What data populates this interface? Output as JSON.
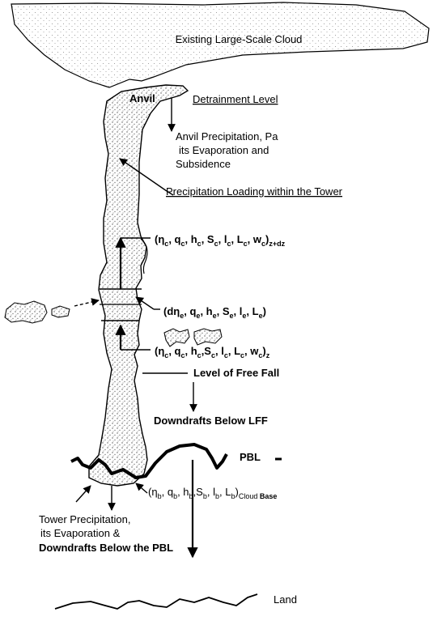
{
  "labels": {
    "cloud": "Existing Large-Scale Cloud",
    "anvil": "Anvil",
    "detrainment": "Detrainment Level",
    "anvil_precip_1": "Anvil Precipitation, Pa",
    "anvil_precip_2": "its Evaporation and",
    "anvil_precip_3": "Subsidence",
    "loading": "Precipitation Loading within the Tower",
    "free_fall": "Level of Free Fall",
    "downdrafts_lff": "Downdrafts Below LFF",
    "pbl": "PBL",
    "tower_precip_1": "Tower Precipitation,",
    "tower_precip_2": "its Evaporation &",
    "downdrafts_pbl": "Downdrafts Below the PBL",
    "land": "Land"
  },
  "equations": {
    "top": {
      "open": "(",
      "eta": "η",
      "eta_sub": "c",
      "q": ", q",
      "q_sub": "c",
      "h": ", h",
      "h_sub": "c",
      "s": ", S",
      "s_sub": "c",
      "l": ", l",
      "l_sub": "c",
      "L": ", L",
      "L_sub": "c",
      "w": ", w",
      "w_sub": "c",
      "close": ")",
      "close_sub": "z+dz"
    },
    "mid": {
      "open": "(d",
      "eta": "η",
      "eta_sub": "e",
      "q": ", q",
      "q_sub": "e",
      "h": ", h",
      "h_sub": "e",
      "s": ", S",
      "s_sub": "e",
      "l": ", l",
      "l_sub": "e",
      "L": ", L",
      "L_sub": "e",
      "close": ")"
    },
    "low": {
      "open": "(",
      "eta": "η",
      "eta_sub": "c",
      "q": ", q",
      "q_sub": "c",
      "h": ", h",
      "h_sub": "c",
      "s": ",S",
      "s_sub": "c",
      "l": ", l",
      "l_sub": "c",
      "L": ", L",
      "L_sub": "c",
      "w": ", w",
      "w_sub": "c",
      "close": ")",
      "close_sub": "z"
    },
    "base": {
      "open": "(",
      "eta": "η",
      "eta_sub": "b",
      "q": ", q",
      "q_sub": "b",
      "h": ", h",
      "h_sub": "b",
      "s": ",S",
      "s_sub": "b",
      "l": ", l",
      "l_sub": "b",
      "L": ", L",
      "L_sub": "b",
      "close": ")",
      "close_sub": "Cloud ",
      "close_sub_bold": "Base"
    }
  }
}
